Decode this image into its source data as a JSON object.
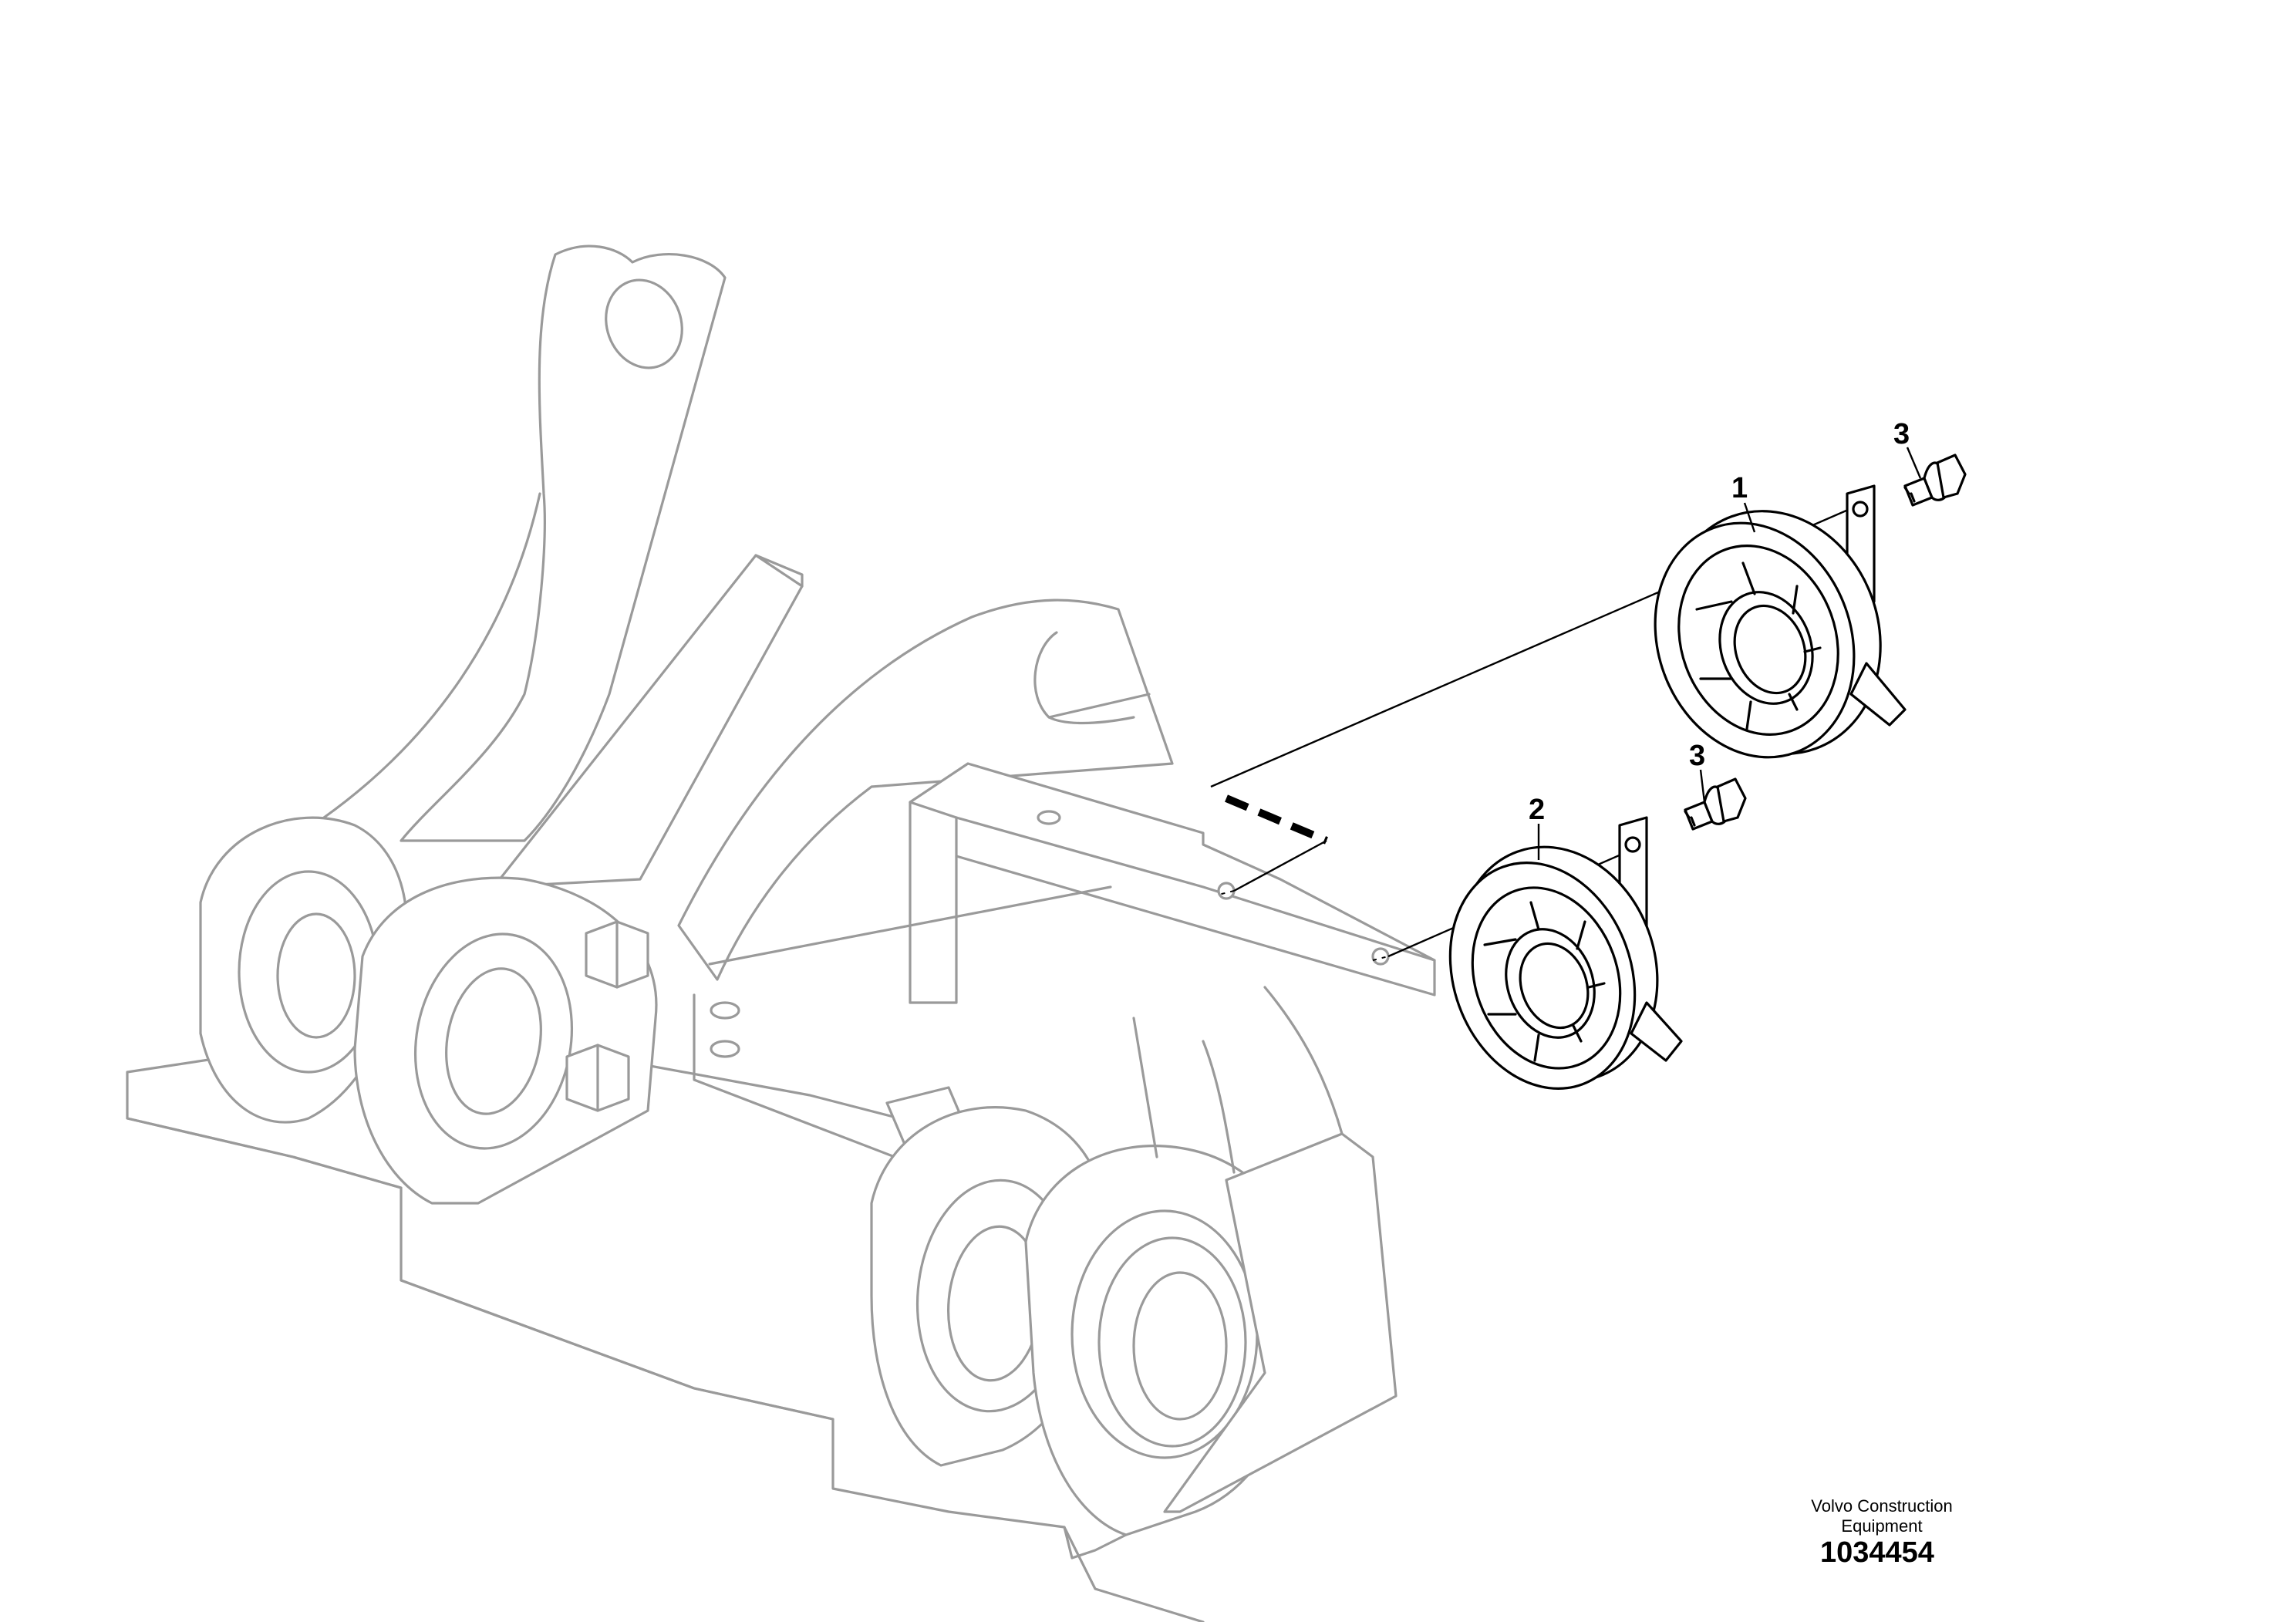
{
  "callouts": {
    "horn_upper": "1",
    "horn_lower": "2",
    "bolt_upper": "3",
    "bolt_lower": "3"
  },
  "title_block": {
    "manufacturer_line1": "Volvo Construction",
    "manufacturer_line2": "Equipment",
    "drawing_number": "1034454"
  },
  "parts": [
    {
      "ref": "1",
      "icon": "horn-icon"
    },
    {
      "ref": "2",
      "icon": "horn-icon"
    },
    {
      "ref": "3",
      "icon": "flange-bolt-icon"
    }
  ],
  "colors": {
    "background": "#ffffff",
    "chassis_outline": "#9a9a9a",
    "part_outline": "#000000"
  }
}
